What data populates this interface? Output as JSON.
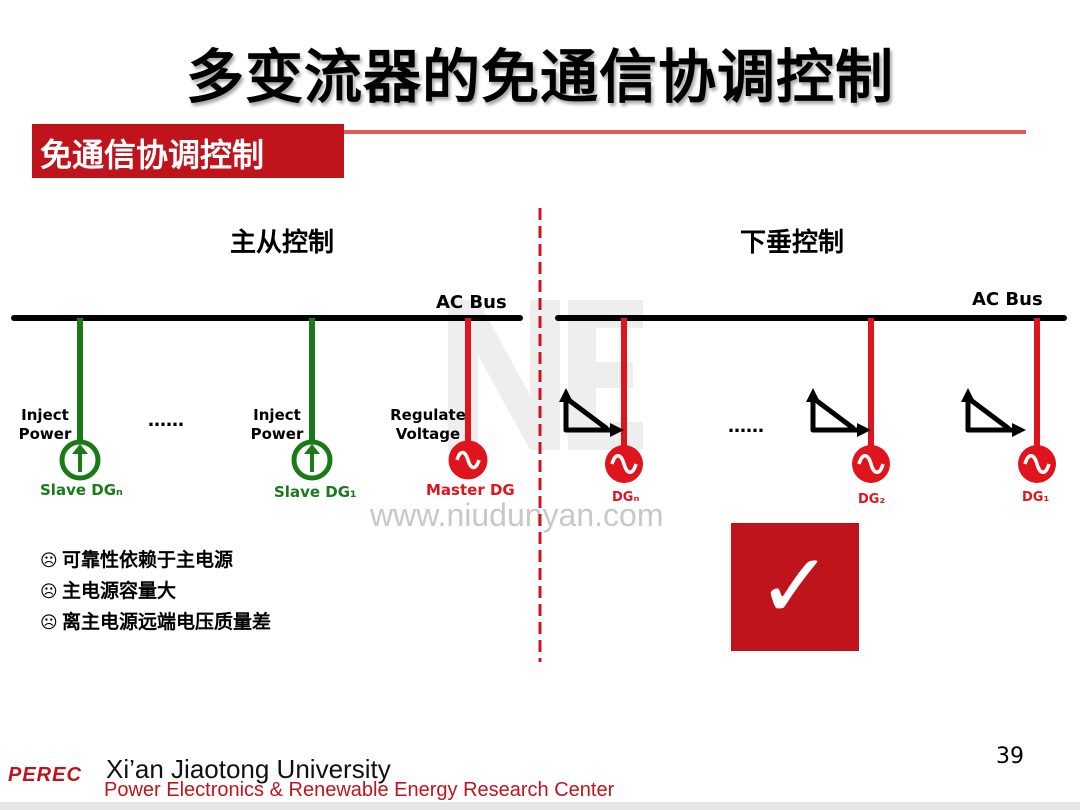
{
  "slide": {
    "title": "多变流器的免通信协调控制",
    "section": "免通信协调控制",
    "page_number": "39"
  },
  "left": {
    "heading": "主从控制",
    "bus_label": "AC Bus",
    "labels": {
      "slave_n_action": "Inject\nPower",
      "slave_1_action": "Inject\nPower",
      "master_action": "Regulate\nVoltage"
    },
    "dots": "……",
    "units": {
      "slave_n": "Slave DGₙ",
      "slave_1": "Slave DG₁",
      "master": "Master DG"
    },
    "bullets": [
      "可靠性依赖于主电源",
      "主电源容量大",
      "离主电源远端电压质量差"
    ],
    "bullet_icon": "☹"
  },
  "right": {
    "heading": "下垂控制",
    "bus_label": "AC Bus",
    "dots": "……",
    "units": {
      "dg_n": "DGₙ",
      "dg_2": "DG₂",
      "dg_1": "DG₁"
    },
    "check_mark": "✓"
  },
  "watermark": "www.niudunyan.com",
  "footer": {
    "logo": "PEREC",
    "university": "Xi’an Jiaotong University",
    "center": "Power Electronics & Renewable Energy Research Center"
  },
  "colors": {
    "accent_red": "#c0141c",
    "bright_red": "#e0141c",
    "green": "#1a7a1a"
  },
  "icons": {
    "bullet": "frown-icon",
    "generator": "ac-source-icon",
    "droop": "droop-curve-icon",
    "check": "check-icon"
  }
}
